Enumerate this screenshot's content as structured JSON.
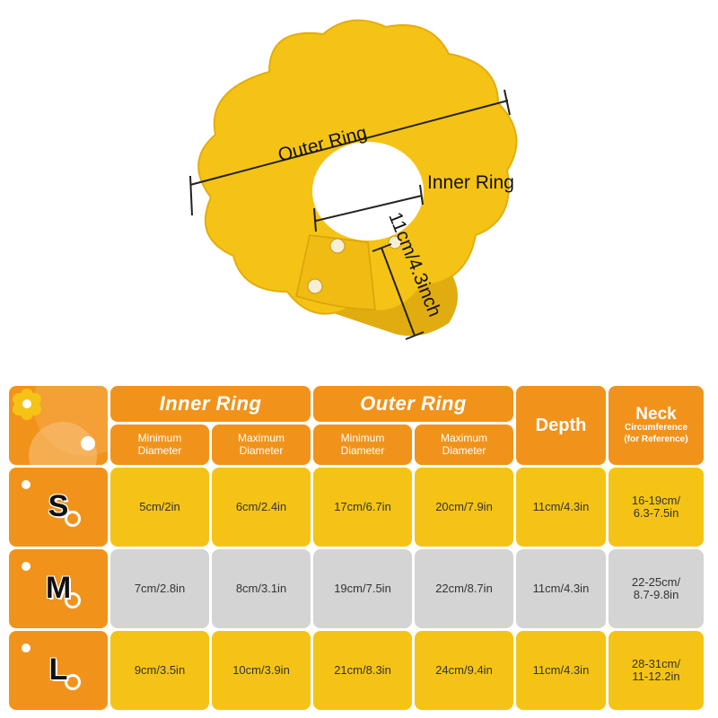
{
  "diagram": {
    "outer_ring_label": "Outer Ring",
    "inner_ring_label": "Inner Ring",
    "depth_label": "11cm/4.3inch",
    "collar_color": "#f5c316"
  },
  "table": {
    "inner_ring_header": "Inner Ring",
    "outer_ring_header": "Outer Ring",
    "depth_header": "Depth",
    "neck_header": "Neck",
    "neck_sub1": "Circumference",
    "neck_sub2": "(for Reference)",
    "min_diameter_l1": "Minimum",
    "min_diameter_l2": "Diameter",
    "max_diameter_l1": "Maximum",
    "max_diameter_l2": "Diameter",
    "rows": [
      {
        "size": "S",
        "inner_min": "5cm/2in",
        "inner_max": "6cm/2.4in",
        "outer_min": "17cm/6.7in",
        "outer_max": "20cm/7.9in",
        "depth": "11cm/4.3in",
        "neck1": "16-19cm/",
        "neck2": "6.3-7.5in"
      },
      {
        "size": "M",
        "inner_min": "7cm/2.8in",
        "inner_max": "8cm/3.1in",
        "outer_min": "19cm/7.5in",
        "outer_max": "22cm/8.7in",
        "depth": "11cm/4.3in",
        "neck1": "22-25cm/",
        "neck2": "8.7-9.8in"
      },
      {
        "size": "L",
        "inner_min": "9cm/3.5in",
        "inner_max": "10cm/3.9in",
        "outer_min": "21cm/8.3in",
        "outer_max": "24cm/9.4in",
        "depth": "11cm/4.3in",
        "neck1": "28-31cm/",
        "neck2": "11-12.2in"
      }
    ]
  },
  "colors": {
    "orange": "#f1931b",
    "yellow": "#f5c316",
    "grey": "#d4d4d4"
  }
}
